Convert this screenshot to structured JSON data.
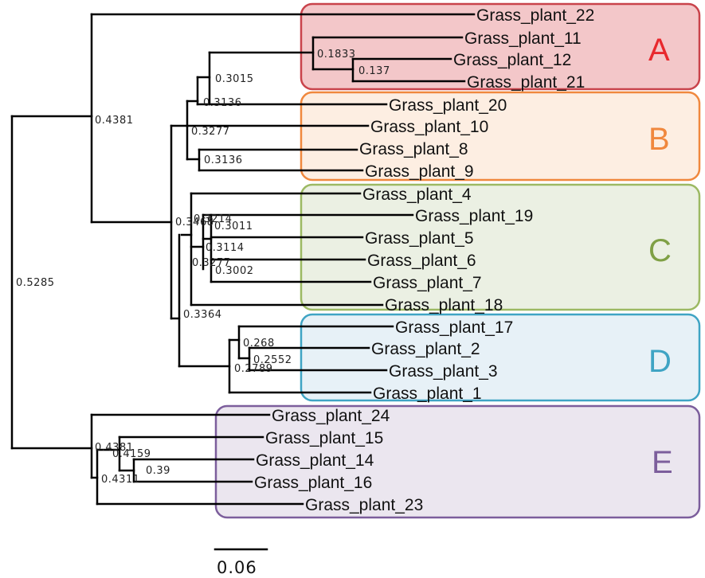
{
  "groups": [
    {
      "id": "A",
      "label": "A",
      "fill": "#f3c7c9",
      "stroke": "#c9434b",
      "text": "#e8282d"
    },
    {
      "id": "B",
      "label": "B",
      "fill": "#fdeee2",
      "stroke": "#f0883e",
      "text": "#f0883e"
    },
    {
      "id": "C",
      "label": "C",
      "fill": "#ebf0e3",
      "stroke": "#9cb963",
      "text": "#7fa045"
    },
    {
      "id": "D",
      "label": "D",
      "fill": "#e7f1f7",
      "stroke": "#3fa4c4",
      "text": "#3fa4c4"
    },
    {
      "id": "E",
      "label": "E",
      "fill": "#ebe6ef",
      "stroke": "#7c5e9c",
      "text": "#7c5e9c"
    }
  ],
  "leaves": [
    "Grass_plant_22",
    "Grass_plant_11",
    "Grass_plant_12",
    "Grass_plant_21",
    "Grass_plant_20",
    "Grass_plant_10",
    "Grass_plant_8",
    "Grass_plant_9",
    "Grass_plant_4",
    "Grass_plant_19",
    "Grass_plant_5",
    "Grass_plant_6",
    "Grass_plant_7",
    "Grass_plant_18",
    "Grass_plant_17",
    "Grass_plant_2",
    "Grass_plant_3",
    "Grass_plant_1",
    "Grass_plant_24",
    "Grass_plant_15",
    "Grass_plant_14",
    "Grass_plant_16",
    "Grass_plant_23"
  ],
  "node_labels": {
    "root": "0.5285",
    "upper": "0.4381",
    "a_pair": "0.1833",
    "a_inner": "0.137",
    "ab_1": "0.3015",
    "ab_2": "0.3136",
    "ab_3": "0.3277",
    "b_pair": "0.3136",
    "c_top": "0.3468",
    "c_overlap": "0.3214",
    "c_1": "0.3011",
    "c_2": "0.3114",
    "c_3": "0.3277",
    "c_4": "0.3002",
    "cd": "0.3364",
    "d_1": "0.268",
    "d_2": "0.2552",
    "d_3": "0.2789",
    "e_1": "0.4381",
    "e_2": "0.4159",
    "e_3": "0.39",
    "e_4": "0.4311"
  },
  "scale_bar": {
    "label": "0.06"
  }
}
